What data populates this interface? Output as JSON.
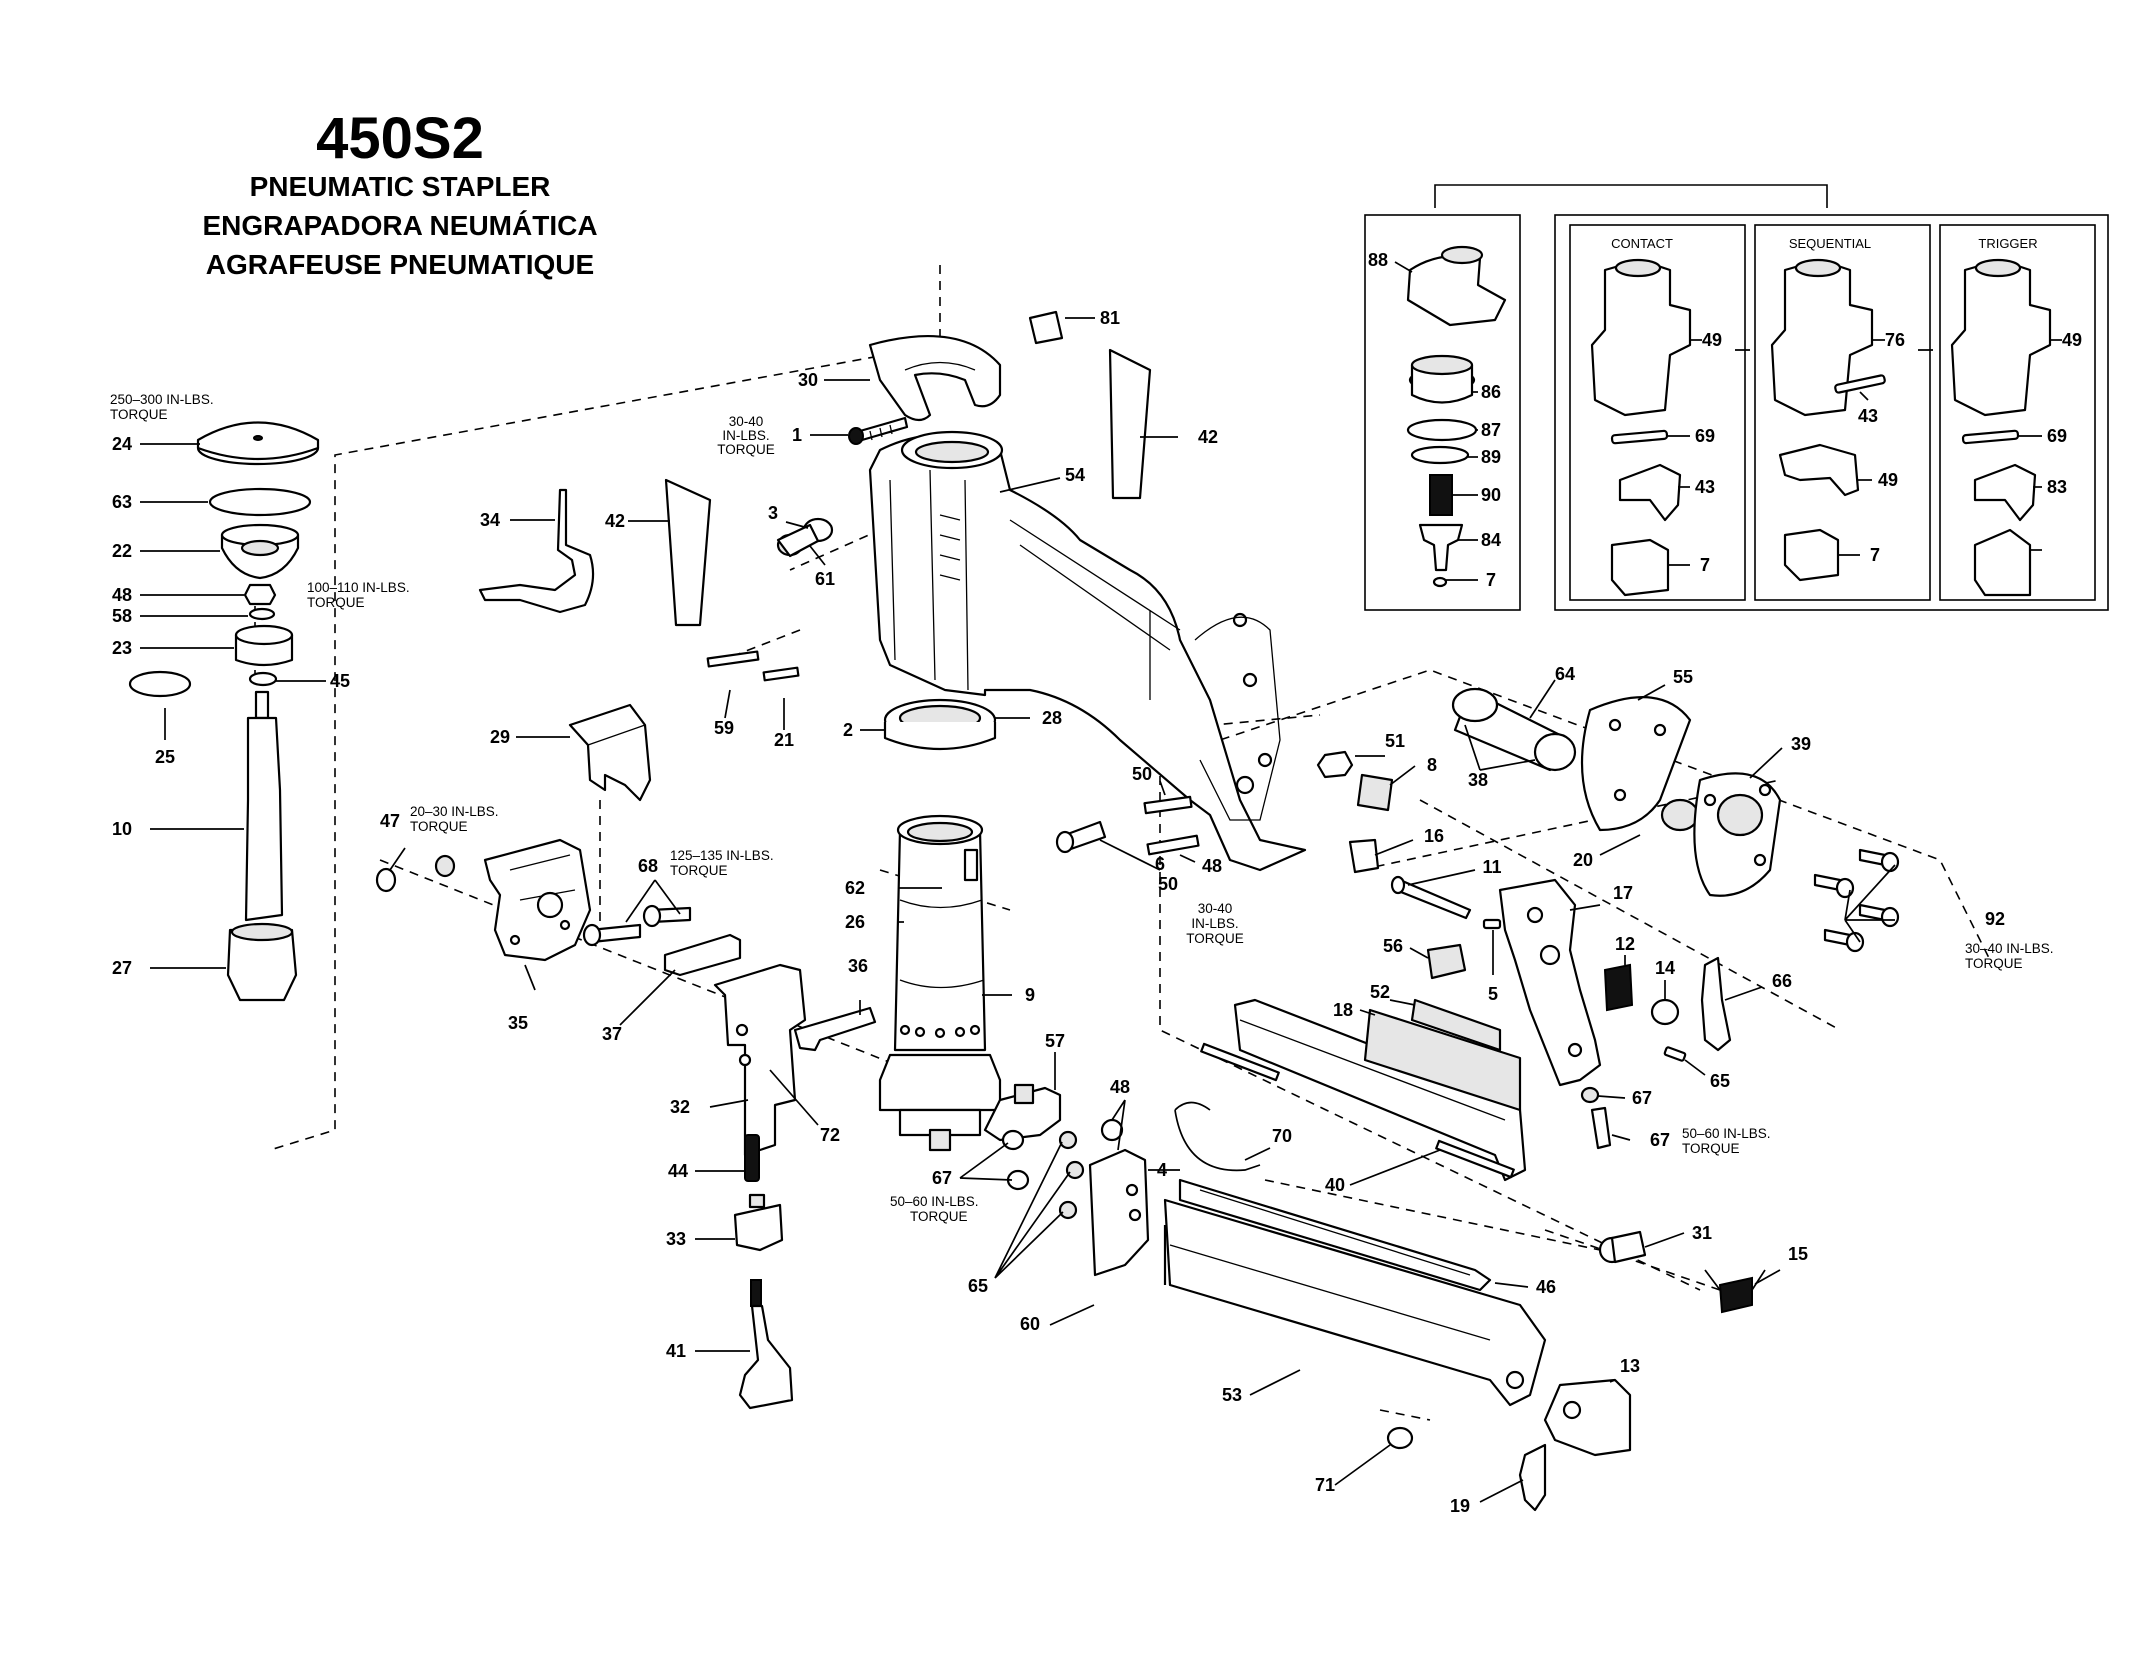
{
  "title": {
    "model": "450S2",
    "line_en": "PNEUMATIC STAPLER",
    "line_es": "ENGRAPADORA NEUMÁTICA",
    "line_fr": "AGRAFEUSE PNEUMATIQUE"
  },
  "inset": {
    "variant_labels": [
      "CONTACT",
      "SEQUENTIAL",
      "TRIGGER"
    ]
  },
  "torque_specs": [
    {
      "line1": "250–300 IN-LBS.",
      "line2": "TORQUE"
    },
    {
      "line1": "100–110 IN-LBS.",
      "line2": "TORQUE"
    },
    {
      "line1": "20–30 IN-LBS.",
      "line2": "TORQUE"
    },
    {
      "line1": "125–135 IN-LBS.",
      "line2": "TORQUE"
    },
    {
      "line1": "30-40",
      "line2": "IN-LBS.",
      "line3": "TORQUE"
    },
    {
      "line1": "30-40",
      "line2": "IN-LBS.",
      "line3": "TORQUE"
    },
    {
      "line1": "30–40 IN-LBS.",
      "line2": "TORQUE"
    },
    {
      "line1": "50–60 IN-LBS.",
      "line2": "TORQUE"
    },
    {
      "line1": "50–60 IN-LBS.",
      "line2": "TORQUE"
    }
  ],
  "callouts": [
    "24",
    "63",
    "22",
    "48",
    "58",
    "23",
    "45",
    "25",
    "10",
    "27",
    "34",
    "42",
    "30",
    "1",
    "3",
    "61",
    "54",
    "81",
    "42",
    "59",
    "21",
    "2",
    "28",
    "29",
    "47",
    "68",
    "35",
    "37",
    "36",
    "32",
    "72",
    "62",
    "26",
    "9",
    "57",
    "48",
    "44",
    "67",
    "65",
    "4",
    "60",
    "33",
    "41",
    "70",
    "40",
    "46",
    "53",
    "31",
    "15",
    "13",
    "71",
    "19",
    "50",
    "6",
    "50",
    "48",
    "51",
    "8",
    "64",
    "38",
    "55",
    "39",
    "20",
    "16",
    "11",
    "17",
    "56",
    "5",
    "52",
    "18",
    "12",
    "14",
    "66",
    "65",
    "67",
    "67",
    "92",
    "88",
    "86",
    "87",
    "89",
    "90",
    "84",
    "7",
    "49",
    "69",
    "43",
    "7",
    "76",
    "49",
    "43",
    "7",
    "49",
    "69",
    "83"
  ],
  "colors": {
    "ink": "#000000",
    "paper": "#ffffff",
    "shade": "#e6e6e6"
  }
}
